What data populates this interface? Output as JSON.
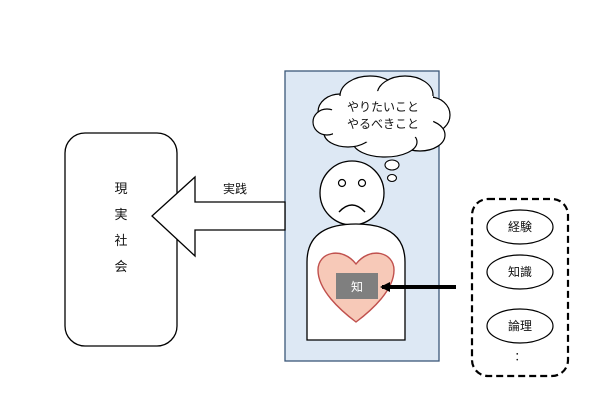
{
  "society": {
    "lines": [
      "現",
      "実",
      "社",
      "会"
    ]
  },
  "arrow_label": "実践",
  "thought": {
    "line1": "やりたいこと",
    "line2": "やるべきこと"
  },
  "knowledge_label": "知",
  "inputs": {
    "items": [
      "経験",
      "知識",
      "論理"
    ],
    "more": "："
  },
  "colors": {
    "panel_fill": "#dde8f4",
    "panel_stroke": "#3b5878",
    "heart_fill": "#f7c9b8",
    "heart_stroke": "#c0504d",
    "knowledge_box": "#7f7f7f",
    "arrow_fill": "#ffffff",
    "line": "#000000"
  }
}
